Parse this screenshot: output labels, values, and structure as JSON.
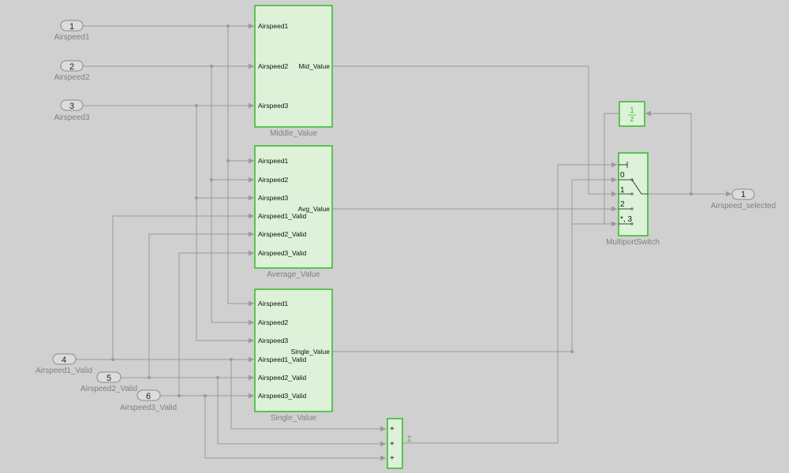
{
  "inports": [
    {
      "num": "1",
      "name": "Airspeed1"
    },
    {
      "num": "2",
      "name": "Airspeed2"
    },
    {
      "num": "3",
      "name": "Airspeed3"
    },
    {
      "num": "4",
      "name": "Airspeed1_Valid"
    },
    {
      "num": "5",
      "name": "Airspeed2_Valid"
    },
    {
      "num": "6",
      "name": "Airspeed3_Valid"
    }
  ],
  "outport": {
    "num": "1",
    "name": "Airspeed_selected"
  },
  "middle": {
    "name": "Middle_Value",
    "inputs": [
      "Airspeed1",
      "Airspeed2",
      "Airspeed3"
    ],
    "output": "Mid_Value"
  },
  "average": {
    "name": "Average_Value",
    "inputs": [
      "Airspeed1",
      "Airspeed2",
      "Airspeed3",
      "Airspeed1_Valid",
      "Airspeed2_Valid",
      "Airspeed3_Valid"
    ],
    "output": "Avg_Value"
  },
  "single": {
    "name": "Single_Value",
    "inputs": [
      "Airspeed1",
      "Airspeed2",
      "Airspeed3",
      "Airspeed1_Valid",
      "Airspeed2_Valid",
      "Airspeed3_Valid"
    ],
    "output": "Single_Value"
  },
  "switch": {
    "name": "MultiportSwitch",
    "cases": [
      "0",
      "1",
      "2",
      "*, 3"
    ]
  },
  "unit_delay": {
    "numerator": "1",
    "denominator": "z"
  },
  "sum": {
    "signs": [
      "+",
      "+",
      "+"
    ],
    "symbol": "Σ"
  },
  "colors": {
    "block_border": "#3fba36",
    "block_fill": "#ddf2d8",
    "wire": "#9a9a9a",
    "background": "#d0d0d0"
  }
}
